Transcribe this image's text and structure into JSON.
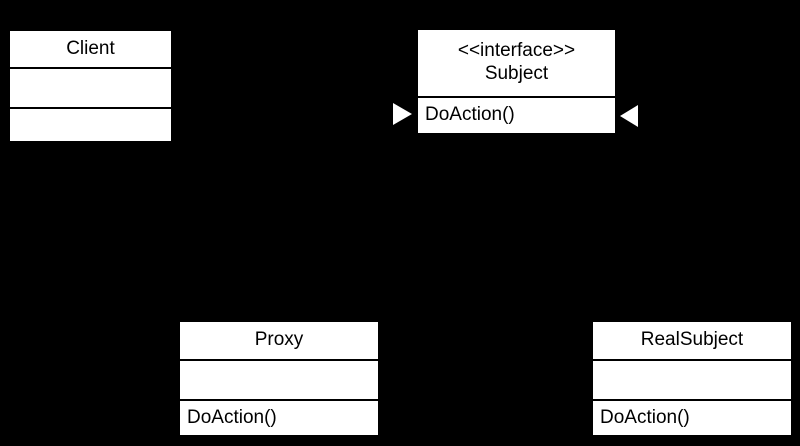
{
  "diagram": {
    "kind": "uml-class-diagram",
    "colors": {
      "background": "#000000",
      "box_fill": "#ffffff",
      "box_border": "#000000",
      "text": "#000000",
      "arrowhead_fill": "#ffffff"
    },
    "classes": {
      "client": {
        "name": "Client",
        "attributes": "",
        "operations": ""
      },
      "subject": {
        "stereotype": "<<interface>>",
        "name": "Subject",
        "operations": "DoAction()"
      },
      "proxy": {
        "name": "Proxy",
        "attributes": "",
        "operations": "DoAction()"
      },
      "realsubject": {
        "name": "RealSubject",
        "attributes": "",
        "operations": "DoAction()"
      }
    },
    "arrowheads": {
      "left_of_subject": {
        "points": "right",
        "touches": "Subject left edge"
      },
      "right_of_subject": {
        "points": "left",
        "touches": "Subject right edge"
      }
    }
  }
}
